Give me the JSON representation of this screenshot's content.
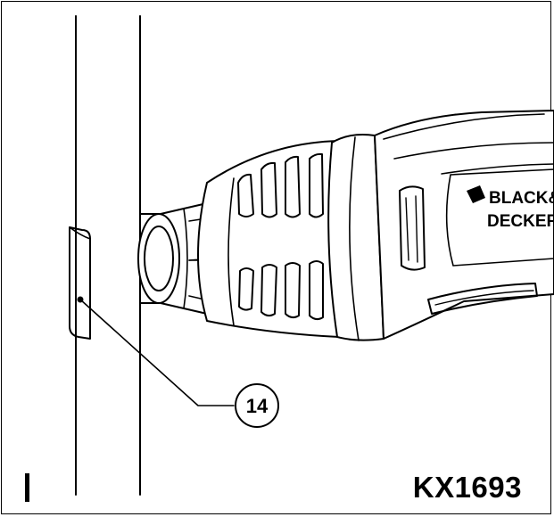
{
  "figure": {
    "callout_number": "14",
    "model_code": "KX1693",
    "brand_logo": {
      "line1": "BLACK&",
      "line2": "DECKER"
    },
    "colors": {
      "ink": "#000000",
      "paper": "#ffffff"
    }
  }
}
